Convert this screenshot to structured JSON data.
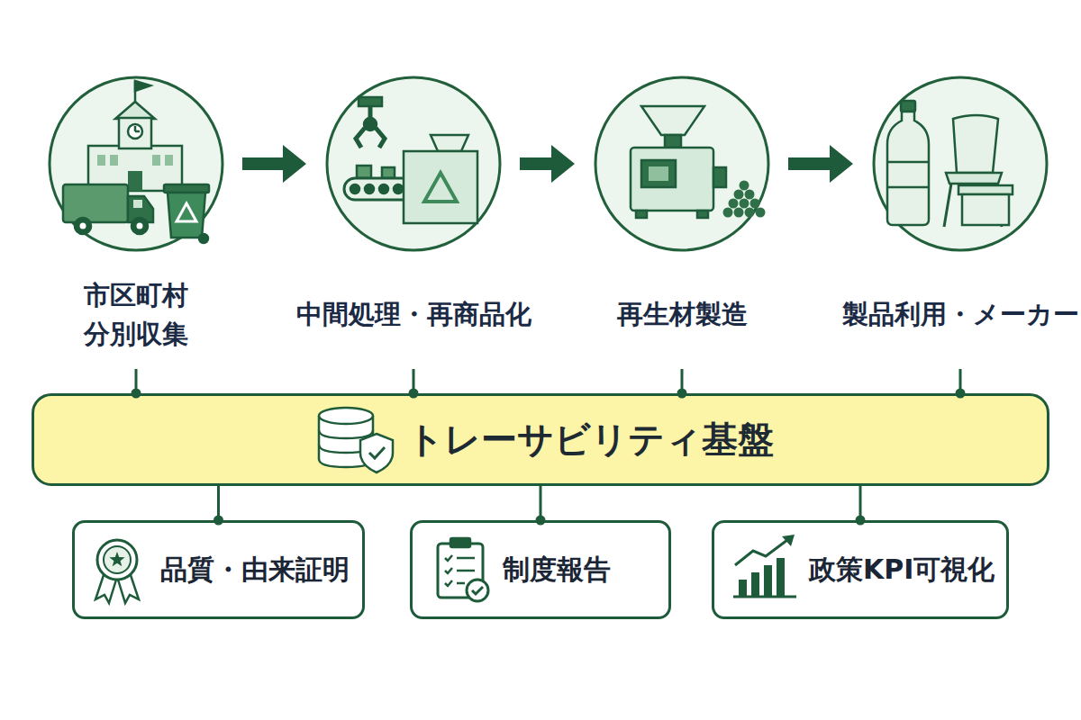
{
  "diagram": {
    "nodes": [
      {
        "text": [
          "市区町村 分別収集"
        ]
      },
      {
        "text": [
          "中間処理・再商品化"
        ]
      },
      {
        "text": [
          "再生材製造"
        ]
      },
      {
        "text": [
          "製品利用・メーカー"
        ]
      },
      {
        "text": [
          "トレーサビリティ基盤"
        ]
      },
      {
        "text": [
          "品質・由来証明"
        ]
      },
      {
        "text": [
          "制度報告"
        ]
      },
      {
        "text": [
          "政策KPI可視化"
        ]
      }
    ],
    "edges": [
      {
        "from": 0,
        "to": 1,
        "arrow": "to"
      },
      {
        "from": 1,
        "to": 2,
        "arrow": "to"
      },
      {
        "from": 2,
        "to": 3,
        "arrow": "to"
      },
      {
        "from": 0,
        "to": 4,
        "arrow": "none"
      },
      {
        "from": 1,
        "to": 4,
        "arrow": "none"
      },
      {
        "from": 2,
        "to": 4,
        "arrow": "none"
      },
      {
        "from": 3,
        "to": 4,
        "arrow": "none"
      },
      {
        "from": 4,
        "to": 5,
        "arrow": "none"
      },
      {
        "from": 4,
        "to": 6,
        "arrow": "none"
      },
      {
        "from": 4,
        "to": 7,
        "arrow": "none"
      }
    ]
  }
}
